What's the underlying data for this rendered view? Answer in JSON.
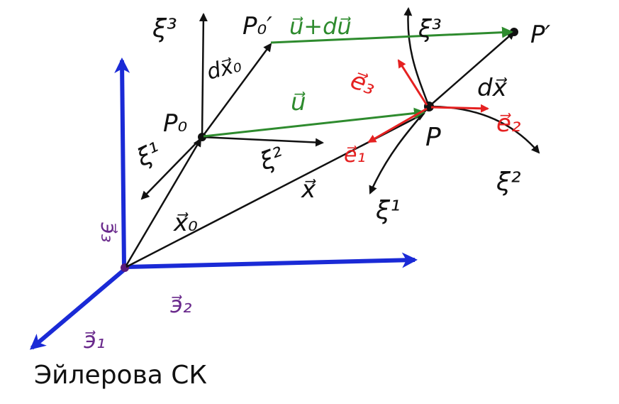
{
  "caption": "Эйлерова СК",
  "colors": {
    "axis_blue": "#1a2ad6",
    "ink_black": "#111111",
    "vector_green": "#2e8b2e",
    "basis_red": "#e52121",
    "basis_purple": "#6a2a8c"
  },
  "labels": {
    "xi3_left": "ξ³",
    "p0_prime": "P₀′",
    "u_plus_du": "u⃗+du⃗",
    "xi3_right": "ξ³",
    "p_prime": "P′",
    "dx0": "dx⃗₀",
    "e3": "e⃗₃",
    "u": "u⃗",
    "dx": "dx⃗",
    "p0": "P₀",
    "xi1_left": "ξ¹",
    "xi2_left": "ξ²",
    "e1": "e⃗₁",
    "p": "P",
    "e2": "e⃗₂",
    "xi2_right": "ξ²",
    "x_vec": "x⃗",
    "xi1_right": "ξ¹",
    "x0_vec": "x⃗₀",
    "basis3": "э⃗₃",
    "basis2": "э⃗₂",
    "basis1": "э⃗₁"
  }
}
